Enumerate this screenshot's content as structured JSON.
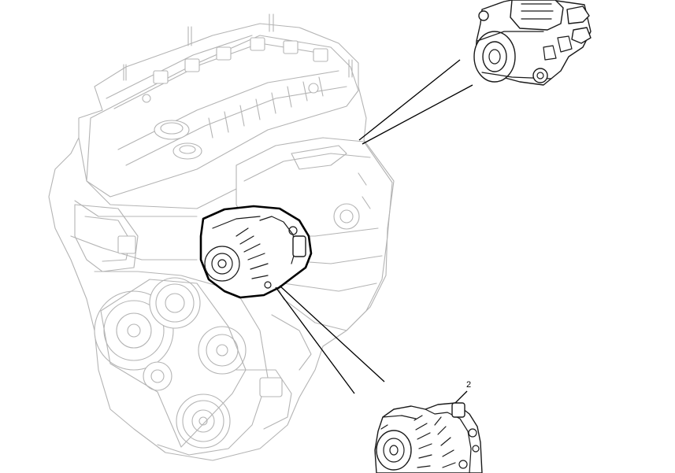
{
  "callouts": [
    {
      "label": "2"
    }
  ],
  "colors": {
    "background": "#ffffff",
    "engine_outline": "#b4b4b4",
    "highlight_outline": "#000000",
    "detail_outline": "#1a1a1a"
  },
  "icons": [
    "engine-illustration",
    "starter-motor",
    "alternator"
  ]
}
